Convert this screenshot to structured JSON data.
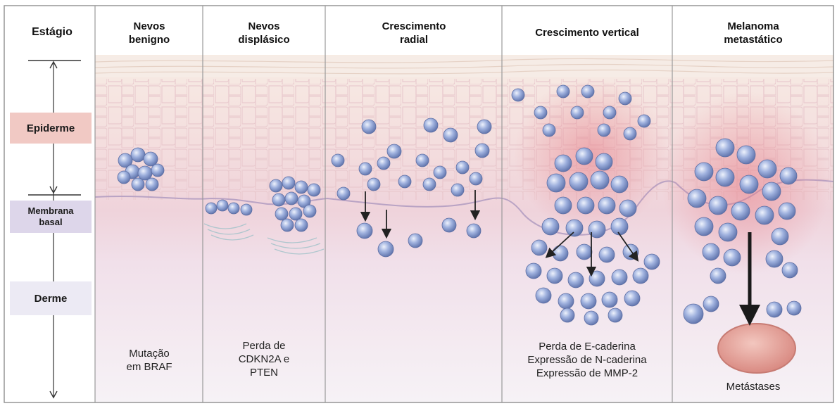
{
  "stage_label": "Estágio",
  "layers": {
    "epidermis": "Epiderme",
    "basal_membrane": "Membrana\nbasal",
    "dermis": "Derme"
  },
  "stages": [
    {
      "title": "Nevos\nbenigno",
      "note": "Mutação\nem BRAF"
    },
    {
      "title": "Nevos\ndisplásico",
      "note": "Perda de\nCDKN2A  e\nPTEN"
    },
    {
      "title": "Crescimento\nradial",
      "note": ""
    },
    {
      "title": "Crescimento vertical",
      "note": "Perda de E-caderina\nExpressão de N-caderina\nExpressão de MMP-2"
    },
    {
      "title": "Melanoma\nmetastático",
      "note": "Metástases"
    }
  ],
  "colors": {
    "epidermis_box": "#f1c9c4",
    "basal_box": "#ddd6ea",
    "dermis_box": "#eceaf4",
    "cell": "#8fa3d6",
    "skin": "#f3e0e3"
  }
}
